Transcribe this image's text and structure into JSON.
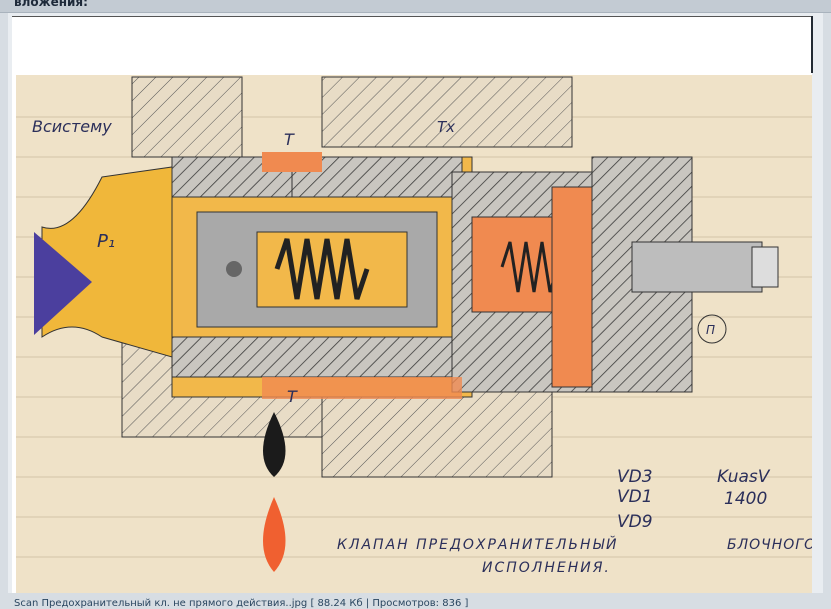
{
  "section_title": "вложения:",
  "attachment": {
    "filename": "Scan Предохранительный кл. не прямого действия..jpg",
    "size": "88.24 Кб",
    "views_label": "Просмотров:",
    "views": "836"
  },
  "drawing": {
    "label_system": "Всистему",
    "label_p1": "P₁",
    "label_t_top": "T",
    "label_tx": "Tx",
    "label_t_bottom": "T",
    "label_p": "П",
    "models": [
      "VD3",
      "VD1",
      "VD9"
    ],
    "spec_1": "KuasV",
    "spec_2": "1400",
    "title_line1": "КЛАПАН ПРЕДОХРАНИТЕЛЬНЫЙ",
    "title_line1b": "БЛОЧНОГО",
    "title_line2": "ИСПОЛНЕНИЯ."
  }
}
